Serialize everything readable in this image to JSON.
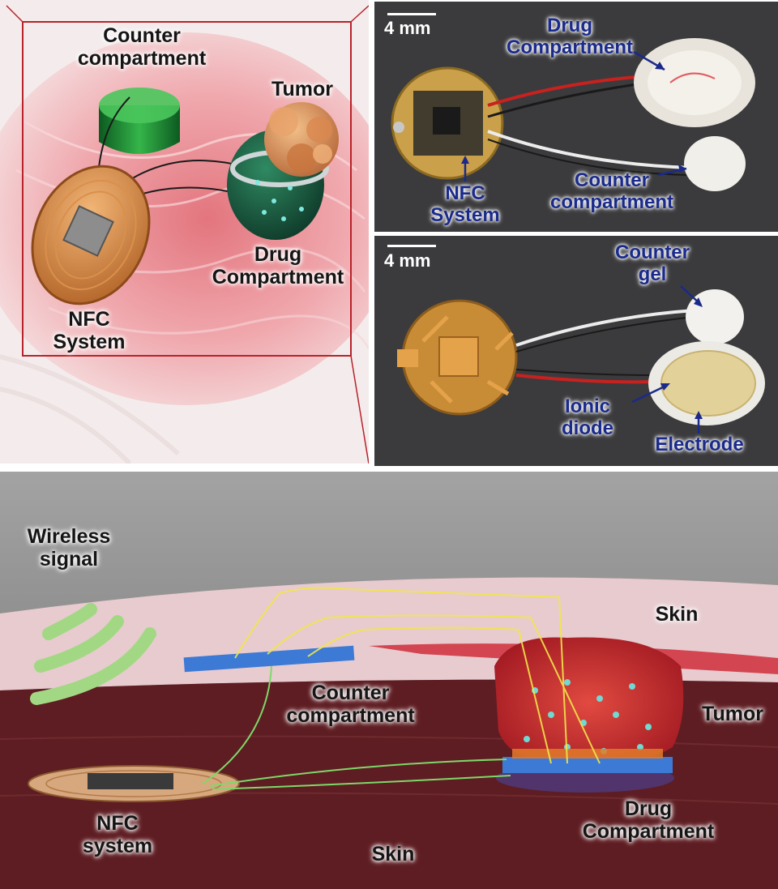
{
  "panel_a": {
    "counter_compartment": "Counter\ncompartment",
    "tumor": "Tumor",
    "drug_compartment": "Drug\nCompartment",
    "nfc_system": "NFC\nSystem"
  },
  "panel_b": {
    "scale_bar": "4 mm",
    "drug_compartment": "Drug\nCompartment",
    "counter_compartment": "Counter\ncompartment",
    "nfc_system": "NFC\nSystem"
  },
  "panel_c": {
    "scale_bar": "4 mm",
    "counter_gel": "Counter\ngel",
    "ionic_diode": "Ionic\ndiode",
    "electrode": "Electrode"
  },
  "panel_d": {
    "wireless_signal": "Wireless\nsignal",
    "skin_top": "Skin",
    "counter_compartment": "Counter\ncompartment",
    "tumor": "Tumor",
    "nfc_system": "NFC\nsystem",
    "skin_bottom": "Skin",
    "drug_compartment": "Drug\nCompartment"
  },
  "colors": {
    "navy_label": "#1a2a8a",
    "dark_label": "#151515",
    "photo_bg": "#3a3a3c",
    "tissue": "#5e1d22",
    "skin_layer": "#e7cbcf"
  }
}
